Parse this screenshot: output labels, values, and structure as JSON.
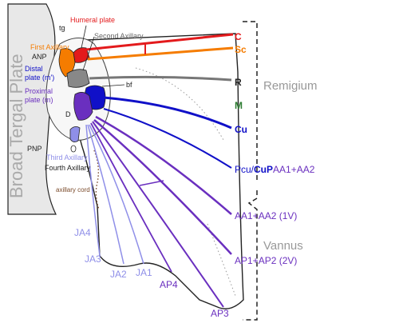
{
  "labels": {
    "broad_tergal_plate": "Broad Tergal Plate",
    "humeral_plate": "Humeral plate",
    "tg": "tg",
    "second_axillary": "Second Axillary",
    "first_axillary": "First Axillary",
    "anp": "ANP",
    "distal_plate": "Distal plate (m')",
    "proximal_plate": "Proximal plate (m)",
    "bf": "bf",
    "d": "D",
    "pnp": "PNP",
    "third_axillary": "Third Axillary",
    "fourth_axillary": "Fourth Axillary",
    "axillary_cord": "axillary cord"
  },
  "veins": {
    "c": "C",
    "sc": "Sc",
    "r": "R",
    "m": "M",
    "cu": "Cu",
    "pcu": "Pcu/",
    "cup": "CuP",
    "aa1_aa2": "AA1+AA2",
    "aa1_aa2_1v": "AA1+AA2 (1V)",
    "ap1_ap2_2v": "AP1+AP2 (2V)",
    "ap3": "AP3",
    "ap4": "AP4",
    "ja1": "JA1",
    "ja2": "JA2",
    "ja3": "JA3",
    "ja4": "JA4"
  },
  "regions": {
    "remigium": "Remigium",
    "vannus": "Vannus"
  },
  "colors": {
    "costa": "#e31a1c",
    "subcosta": "#f57c00",
    "radius": "#777777",
    "media": "#2e7d32",
    "cubitus": "#1010c8",
    "anal": "#6a2fbf",
    "jugal": "#8f8fe8",
    "text_gray": "#999999",
    "tergal": "#e8e8e8"
  }
}
